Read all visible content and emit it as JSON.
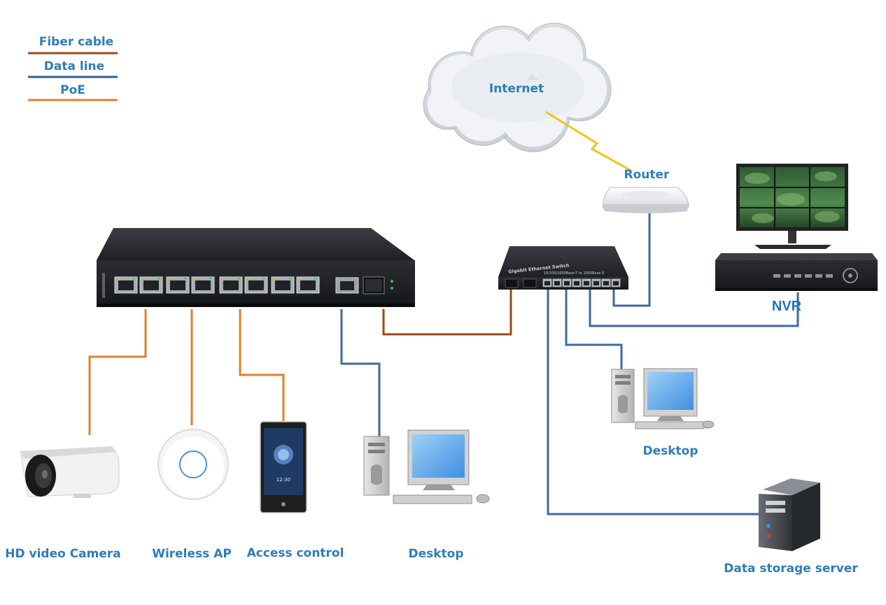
{
  "legend": [
    {
      "label": "Fiber cable",
      "color": "#9a4a16"
    },
    {
      "label": "Data line",
      "color": "#2f5f97"
    },
    {
      "label": "PoE",
      "color": "#e0812b"
    }
  ],
  "colors": {
    "fiber": "#9a4a16",
    "data": "#3d6aa0",
    "poe": "#e0812b",
    "label": "#2f7db8",
    "lightning": "#f2c31c"
  },
  "labels": {
    "internet": "Internet",
    "router": "Router",
    "nvr": "NVR",
    "desktop_right": "Desktop",
    "camera": "HD video Camera",
    "wireless_ap": "Wireless AP",
    "access_control": "Access control",
    "desktop_left": "Desktop",
    "storage": "Data storage server"
  },
  "fiber_switch_text": {
    "title": "Gigabit Ethernet Switch",
    "spec": "10/100/1000Base-T to 1000Base-X"
  },
  "access_control_time": "12:30"
}
